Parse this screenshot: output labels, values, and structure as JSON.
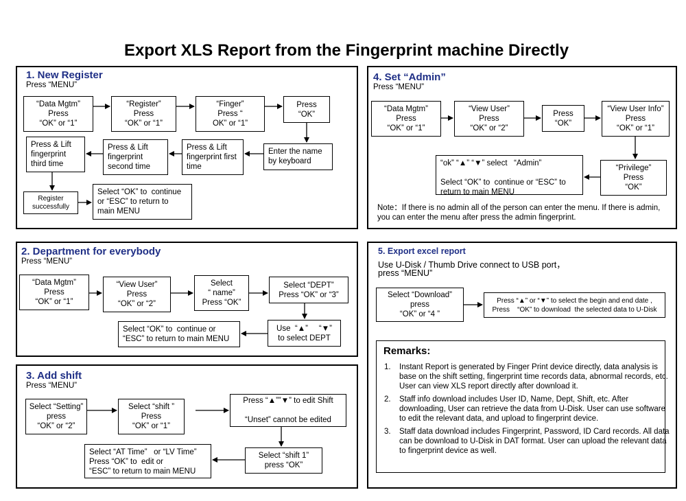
{
  "title": "Export XLS Report from the Fingerprint machine Directly",
  "section1": {
    "title": "1.     New Register",
    "sub": "Press “MENU”",
    "b1": "“Data Mgtm”\nPress\n“OK” or “1”",
    "b2": "“Register”\nPress\n“OK” or “1”",
    "b3": "“Finger”\nPress “\nOK” or “1”",
    "b4": "Press\n“OK”",
    "b5": "Enter the name\nby keyboard",
    "b6": "Press & Lift\nfingerprint first\ntime",
    "b7": "Press & Lift\nfingerprint\nsecond time",
    "b8": "Press & Lift\nfingerprint\nthird time",
    "b9": "Register\nsuccessfully",
    "b10": "Select “OK” to  continue\nor “ESC” to return to\nmain MENU"
  },
  "section2": {
    "title": "2. Department for everybody",
    "sub": "Press “MENU”",
    "b1": "“Data Mgtm”\nPress\n“OK” or “1”",
    "b2": "“View User”\nPress\n“OK” or “2”",
    "b3": "Select\n“ name”\nPress “OK”",
    "b4": "Select “DEPT”\nPress “OK” or “3”",
    "b5": "Use  “▲”     “▼”\nto select DEPT",
    "b6": "Select “OK” to  continue or\n“ESC” to return to main MENU"
  },
  "section3": {
    "title": "3. Add shift",
    "sub": "Press “MENU”",
    "b1": "Select “Setting”\npress\n“OK” or “2”",
    "b2": "Select “shift ”\nPress\n“OK” or “1”",
    "b3": "Press “▲””▼” to edit Shift\n\n“Unset” cannot be edited",
    "b4": "Select “shift 1”\npress “OK”",
    "b5": "Select “AT Time”   or “LV Time”\nPress “OK” to  edit or\n“ESC” to return to main MENU"
  },
  "section4": {
    "title": "4. Set “Admin”",
    "sub": "Press “MENU”",
    "b1": "“Data Mgtm”\nPress\n“OK” or “1”",
    "b2": "“View User”\nPress\n“OK” or “2”",
    "b3": "Press\n“OK”",
    "b4": "“View User Info”\nPress\n“OK” or “1”",
    "b5": "“Privilege”\nPress\n“OK”",
    "b6": "“ok” “▲” “▼” select   “Admin”\n\nSelect “OK” to  continue or “ESC” to\nreturn to main MENU",
    "note": "Note：If there is no admin all of the person can enter the menu. If there is admin,\nyou can enter the menu after press the admin fingerprint."
  },
  "section5": {
    "title": "5. Export excel report",
    "sub1": "Use U-Disk / Thumb Drive connect to USB port，",
    "sub2": "press “MENU”",
    "b1": "Select “Download”\npress\n“OK” or “4 ”",
    "b2": "Press “▲” or “▼” to select the begin and end date ,\nPress    “OK” to download  the selected data to U-Disk"
  },
  "remarks": {
    "title": "Remarks:",
    "items": [
      {
        "num": "1.",
        "text": "Instant Report is generated by Finger Print device directly, data analysis is base on the shift setting, fingerprint time records data, abnormal records, etc. User can view XLS report directly after download it."
      },
      {
        "num": "2.",
        "text": "Staff info download includes User ID, Name, Dept, Shift, etc. After downloading, User can retrieve the data from U-Disk. User can use software to edit the relevant data, and upload to fingerprint device."
      },
      {
        "num": "3.",
        "text": "Staff data download includes Fingerprint, Password, ID Card records. All data can be download to U-Disk in DAT format. User can upload the relevant data to fingerprint device as well."
      }
    ]
  }
}
